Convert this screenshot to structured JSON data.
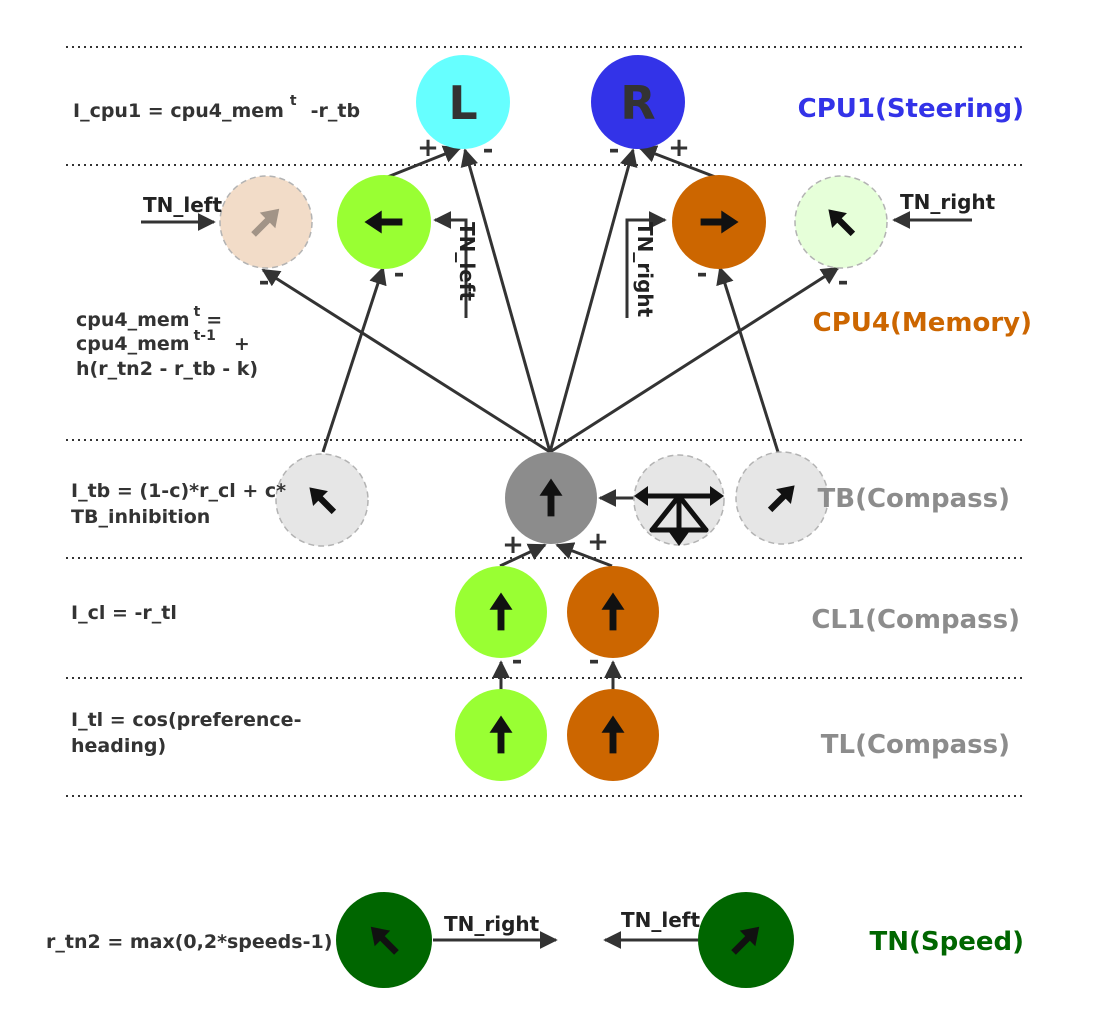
{
  "layers": {
    "cpu1": {
      "label": "CPU1(Steering)",
      "color": "#3333e8"
    },
    "cpu4": {
      "label": "CPU4(Memory)",
      "color": "#cc6600"
    },
    "tb": {
      "label": "TB(Compass)",
      "color": "#8c8c8c"
    },
    "cl1": {
      "label": "CL1(Compass)",
      "color": "#8c8c8c"
    },
    "tl": {
      "label": "TL(Compass)",
      "color": "#8c8c8c"
    },
    "tn": {
      "label": "TN(Speed)",
      "color": "#006600"
    }
  },
  "equations": {
    "cpu1": {
      "main": "I_cpu1 = cpu4_mem",
      "sup": "t",
      "rest": "-r_tb"
    },
    "cpu4": {
      "line1_main": "cpu4_mem",
      "line1_sup": "t",
      "line1_rest": "=",
      "line2_main": "cpu4_mem",
      "line2_sup": "t-1",
      "line2_rest": "+",
      "line3": "h(r_tn2 - r_tb - k)"
    },
    "tb": {
      "line1": "I_tb = (1-c)*r_cl + c*",
      "line2": "TB_inhibition"
    },
    "cl1": "I_cl = -r_tl",
    "tl": {
      "line1": "I_tl = cos(preference-",
      "line2": "heading)"
    },
    "tn": "r_tn2 = max(0,2*speeds-1)"
  },
  "neurons": {
    "cpu1_left": {
      "letter": "L",
      "color": "#66ffff"
    },
    "cpu1_right": {
      "letter": "R",
      "color": "#3333e8"
    }
  },
  "signals": {
    "tn_left": "TN_left",
    "tn_right": "TN_right"
  },
  "signs": {
    "plus": "+",
    "minus": "-"
  },
  "colors": {
    "green": "#99ff33",
    "orange": "#cc6600",
    "gray": "#8c8c8c",
    "light_gray": "#e6e6e6",
    "peach": "#f2dcc8",
    "pale_green": "#e6ffd9",
    "dark_green": "#006600",
    "arrow": "#333333"
  }
}
